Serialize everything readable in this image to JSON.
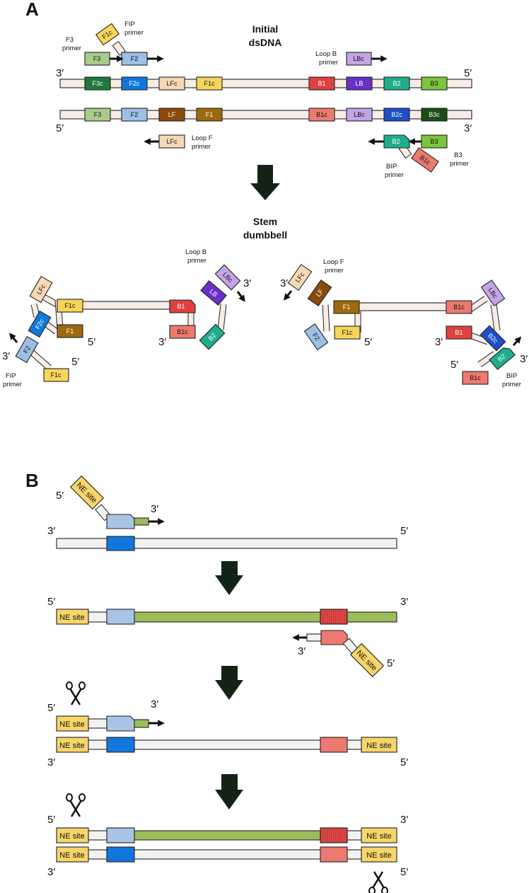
{
  "panels": {
    "a": "A",
    "b": "B"
  },
  "titles": {
    "initial": [
      "Initial",
      "dsDNA"
    ],
    "stem": [
      "Stem",
      "dumbbell"
    ]
  },
  "ends": {
    "three": "3′",
    "five": "5′"
  },
  "primers": {
    "f3": [
      "F3",
      "primer"
    ],
    "fip": [
      "FIP",
      "primer"
    ],
    "loop_b": [
      "Loop B",
      "primer"
    ],
    "loop_f": [
      "Loop F",
      "primer"
    ],
    "bip": [
      "BIP",
      "primer"
    ],
    "b3": [
      "B3",
      "primer"
    ]
  },
  "segments": {
    "F3": "F3",
    "F2": "F2",
    "F1": "F1",
    "LF": "LF",
    "F3c": "F3c",
    "F2c": "F2c",
    "F1c": "F1c",
    "LFc": "LFc",
    "B1": "B1",
    "B2": "B2",
    "B3": "B3",
    "LB": "LB",
    "B1c": "B1c",
    "B2c": "B2c",
    "B3c": "B3c",
    "LBc": "LBc"
  },
  "ne_site": "NE site",
  "colors": {
    "F3": "#a9cc8c",
    "F3c": "#1e7a3c",
    "F2": "#9dbfe6",
    "F2c": "#1177dd",
    "F1": "#9c6a0e",
    "F1c": "#f6d65a",
    "LF": "#8b4a0c",
    "LFc": "#f6d9b4",
    "B1": "#e04040",
    "B1c": "#ec7a70",
    "B2": "#1fae8c",
    "B2c": "#1d4fc8",
    "B3": "#7cc43c",
    "B3c": "#1a4f14",
    "LB": "#6a2fc8",
    "LBc": "#c4a3e6",
    "strand": "#f7ece6",
    "new_strand": "#9bbd5c",
    "ne": "#f6d56a"
  }
}
